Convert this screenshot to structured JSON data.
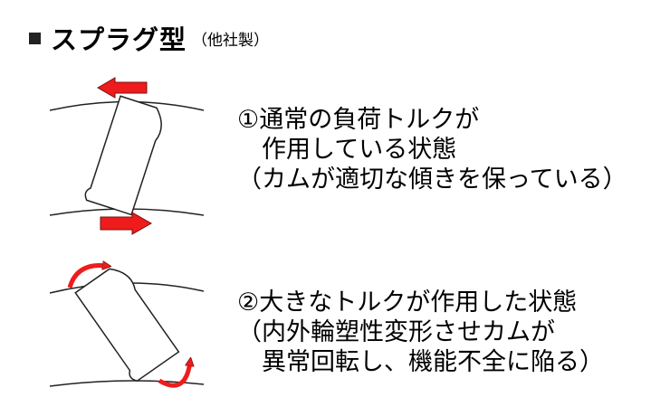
{
  "title": {
    "main": "スプラグ型",
    "sub": "（他社製）"
  },
  "captions": {
    "normal": {
      "line1": "①通常の負荷トルクが",
      "line2": "　作用している状態",
      "line3": "（カムが適切な傾きを保っている）"
    },
    "overload": {
      "line1": "②大きなトルクが作用した状態",
      "line2": "（内外輪塑性変形させカムが",
      "line3": "　異常回転し、機能不全に陥る）"
    }
  },
  "colors": {
    "arrow_fill": "#ee1c1c",
    "arrow_stroke": "#7a1010",
    "line": "#222222",
    "title_marker": "#222222"
  },
  "icons": {
    "title_marker": "square-bullet-icon",
    "straight_arrow": "arrow-icon",
    "curved_arrow": "curved-arrow-icon"
  }
}
